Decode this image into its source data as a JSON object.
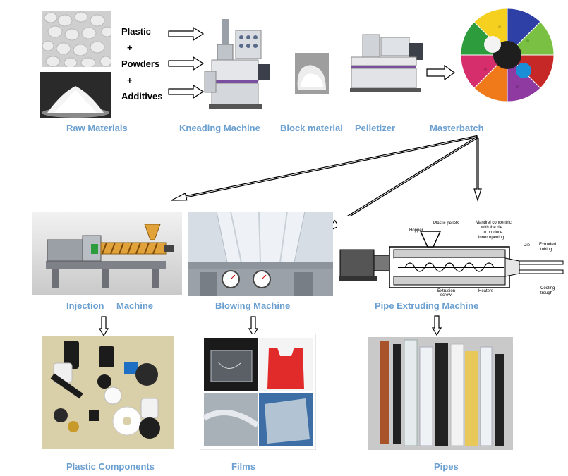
{
  "inputs": {
    "plastic": "Plastic",
    "plus1": "+",
    "powders": "Powders",
    "plus2": "+",
    "additives": "Additives"
  },
  "captions": {
    "raw_materials": "Raw Materials",
    "kneading_machine": "Kneading Machine",
    "block_material": "Block material",
    "pelletizer": "Pelletizer",
    "masterbatch": "Masterbatch",
    "injection": "Injection",
    "machine": "Machine",
    "blowing_machine": "Blowing Machine",
    "pipe_extruding_machine": "Pipe Extruding Machine",
    "plastic_components": "Plastic Components",
    "films": "Films",
    "pipes": "Pipes"
  },
  "extruder_labels": {
    "hopper": "Hopper",
    "plastic_pellets": "Plastic pellets",
    "mandrel_1": "Mandrel concentric",
    "mandrel_2": "with the die",
    "mandrel_3": "to produce",
    "mandrel_4": "inner opening",
    "die": "Die",
    "extruded_1": "Extruded",
    "extruded_2": "tubing",
    "extrusion_1": "Extrusion",
    "extrusion_2": "screw",
    "heaters": "Heaters",
    "cooling_1": "Cooling",
    "cooling_2": "trough"
  },
  "colors": {
    "caption": "#6a9fd0",
    "arrow_stroke": "#000000",
    "arrow_fill": "#ffffff"
  }
}
